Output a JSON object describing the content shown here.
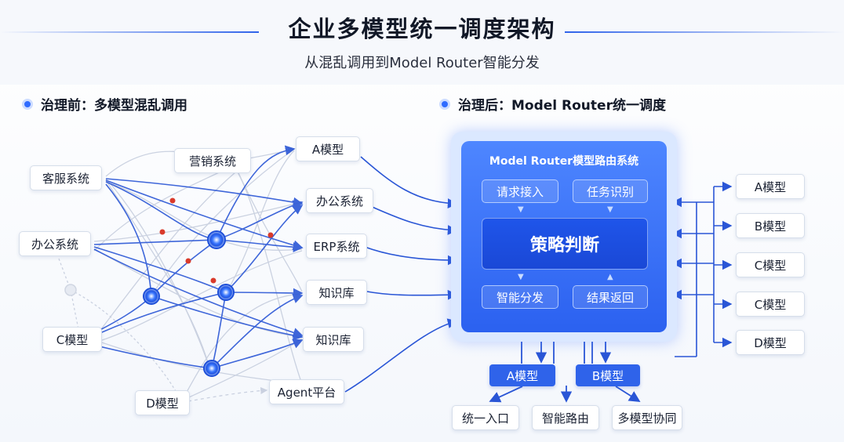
{
  "header": {
    "title": "企业多模型统一调度架构",
    "subtitle": "从混乱调用到Model Router智能分发"
  },
  "left": {
    "section_title": "治理前：多模型混乱调用",
    "nodes": {
      "kefu": "客服系统",
      "bangong_left": "办公系统",
      "c_model": "C模型",
      "d_model": "D模型",
      "yingxiao": "营销系统",
      "a_model": "A模型",
      "bangong_right": "办公系统",
      "erp": "ERP系统",
      "zhishi1": "知识库",
      "zhishi2": "知识库",
      "agent": "Agent平台"
    }
  },
  "right": {
    "section_title": "治理后：Model Router统一调度",
    "router": {
      "title": "Model Router模型路由系统",
      "request": "请求接入",
      "task": "任务识别",
      "strategy": "策略判断",
      "dispatch": "智能分发",
      "result": "结果返回"
    },
    "models": [
      "A模型",
      "B模型",
      "C模型",
      "C模型",
      "D模型"
    ],
    "bottom": {
      "a_model": "A模型",
      "b_model": "B模型",
      "features": [
        "统一入口",
        "智能路由",
        "多模型协同"
      ]
    }
  },
  "colors": {
    "accent": "#2f63ea",
    "router_panel": "#3b72fb",
    "line_dark": "#2a56d6",
    "line_light": "#b9c4d8",
    "red_dot": "#d93a2b"
  }
}
